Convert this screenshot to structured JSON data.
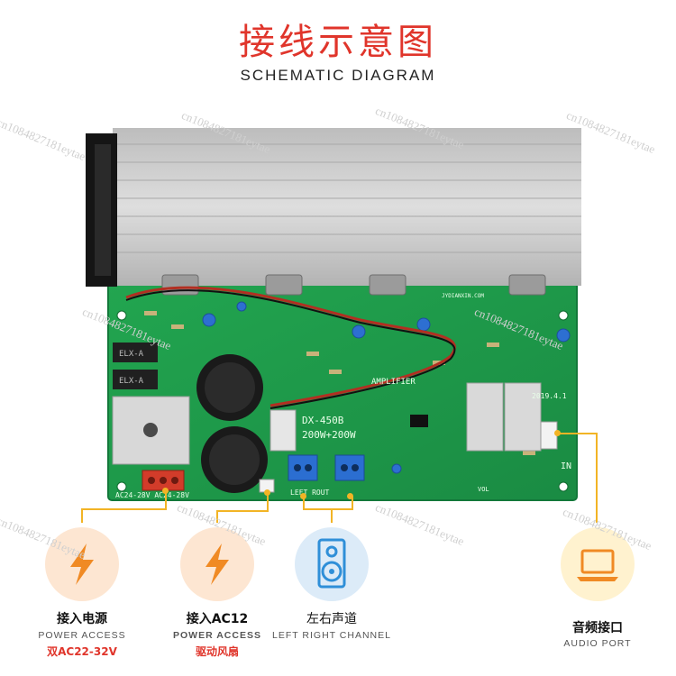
{
  "header": {
    "title_cn": "接线示意图",
    "title_en": "SCHEMATIC DIAGRAM"
  },
  "board": {
    "silkscreen_model": "DX-450B",
    "silkscreen_power": "200W+200W",
    "silkscreen_amp": "AMPLIFIER",
    "silkscreen_url": "JYDIANXIN.COM",
    "silkscreen_date": "2019.4.1",
    "silkscreen_ac": "AC24-28V  AC24-28V",
    "silkscreen_lr": "LEFT        ROUT",
    "silkscreen_in": "IN",
    "silkscreen_vol": "VOL",
    "silkscreen_rect": "ELX-A"
  },
  "watermark_text": "cn1084827181eytae",
  "features": [
    {
      "label_cn": "接入电源",
      "label_en": "POWER ACCESS",
      "sub_cn": "双AC22-32V",
      "icon": "lightning-icon"
    },
    {
      "label_cn": "接入AC12",
      "label_en": "POWER ACCESS",
      "sub_cn": "驱动风扇",
      "icon": "lightning-icon"
    },
    {
      "label_cn": "左右声道",
      "label_en": "LEFT RIGHT CHANNEL",
      "sub_cn": "",
      "icon": "speaker-icon"
    },
    {
      "label_cn": "音频接口",
      "label_en": "AUDIO PORT",
      "sub_cn": "",
      "icon": "laptop-icon"
    }
  ],
  "colors": {
    "title_red": "#e0352b",
    "accent_orange": "#f2a035",
    "icon_orange": "#f08a24",
    "icon_blue": "#2f8fd8",
    "connector_yellow": "#f2b425",
    "pcb_green": "#1f9a4a",
    "heatsink": "#c9c9c9"
  }
}
